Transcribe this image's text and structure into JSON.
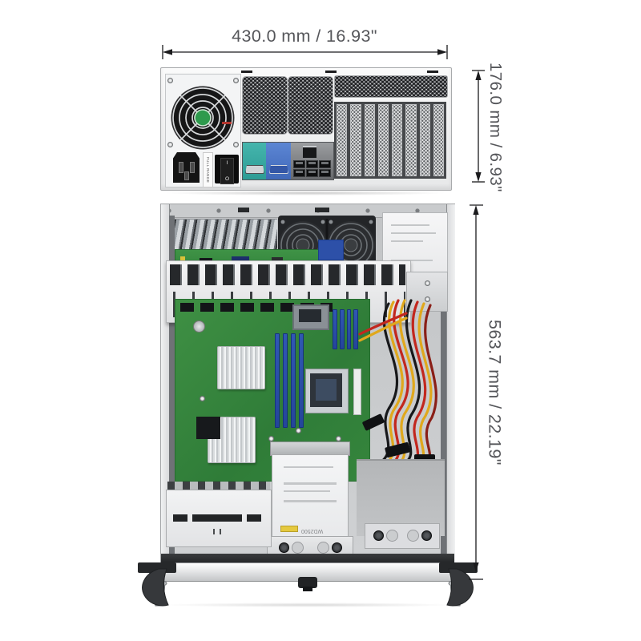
{
  "diagram": {
    "width_label": "430.0 mm / 16.93\"",
    "rear_height_label": "176.0 mm / 6.93\"",
    "depth_label": "563.7 mm / 22.19\""
  },
  "rear_view": {
    "psu_label": "FULL RANGE",
    "power_switch_on": "I",
    "power_switch_off": "O"
  },
  "top_view": {
    "hdd_model": "WD2500"
  },
  "colors": {
    "dimension_text": "#55565a",
    "dimension_line": "#1b1b1d",
    "serial_teal": "#35aaa3",
    "vga_blue": "#4d79c9",
    "pcb_green": "#3e9044",
    "dimm_blue": "#2b51a8",
    "cable_red": "#c2271e",
    "cable_yellow": "#e0a81c",
    "chassis_light": "#eceded",
    "chassis_mid": "#c9cbcd"
  }
}
